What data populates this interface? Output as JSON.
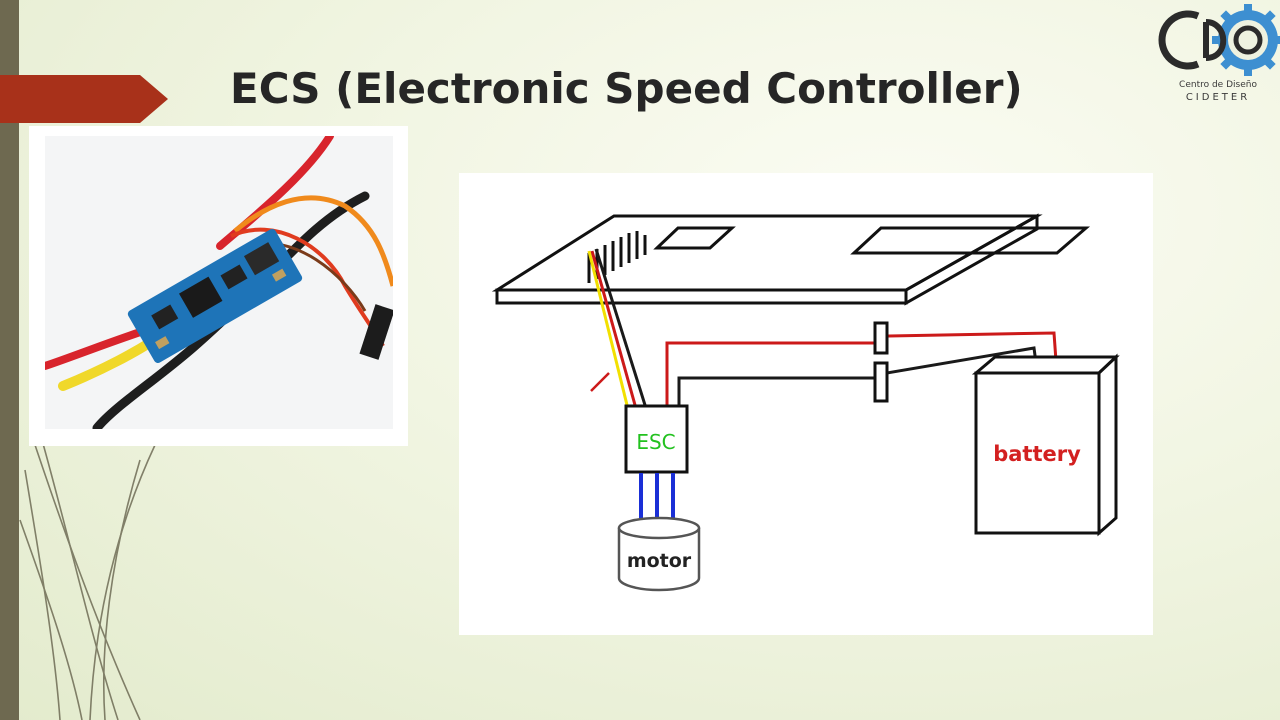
{
  "slide": {
    "title": "ECS (Electronic Speed Controller)"
  },
  "logo": {
    "caption_line1": "Centro de Diseño",
    "caption_line2": "CIDETER",
    "letters": [
      "C",
      "D"
    ]
  },
  "diagram": {
    "esc_label": "ESC",
    "motor_label": "motor",
    "battery_label": "battery"
  },
  "colors": {
    "accent_arrow": "#a8311a",
    "left_bar": "#6e6950",
    "esc_text": "#22c11f",
    "battery_text": "#d32020",
    "wire_red": "#cc1a1a",
    "wire_black": "#1a1a1a",
    "wire_yellow": "#f2e000",
    "wire_blue": "#1a2fd6",
    "logo_blue": "#3d8fd1"
  }
}
